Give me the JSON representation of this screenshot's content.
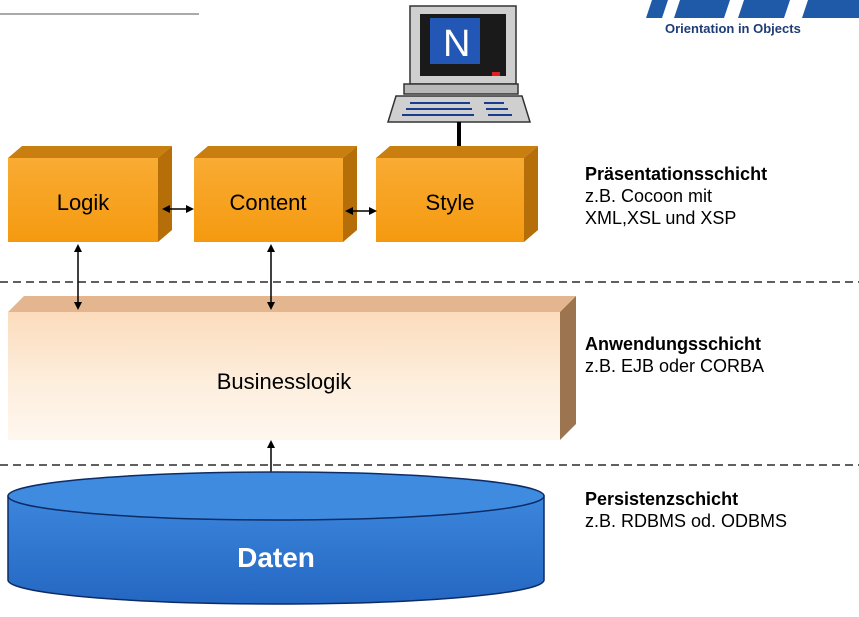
{
  "logo": {
    "text": "Orientation in Objects",
    "color": "#1e5aa8"
  },
  "boxes": {
    "logik": "Logik",
    "content": "Content",
    "style": "Style",
    "business": "Businesslogik",
    "daten": "Daten"
  },
  "layers": [
    {
      "title": "Präsentationsschicht",
      "lines": [
        "z.B. Cocoon mit",
        "XML,XSL und XSP"
      ]
    },
    {
      "title": "Anwendungsschicht",
      "lines": [
        "z.B. EJB oder CORBA"
      ]
    },
    {
      "title": "Persistenzschicht",
      "lines": [
        "z.B. RDBMS od. ODBMS"
      ]
    }
  ],
  "colors": {
    "orange": "#f7a21c",
    "business": "#fde6cc",
    "database": "#2f78d2"
  }
}
